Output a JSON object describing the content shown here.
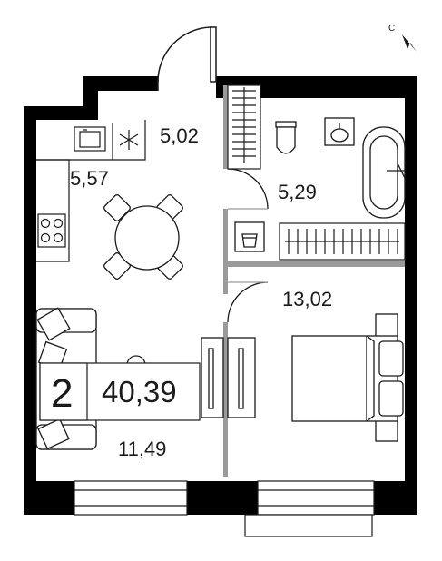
{
  "plan": {
    "compass_label": "С",
    "rooms": {
      "hallway": "5,02",
      "kitchen": "5,57",
      "bathroom": "5,29",
      "bedroom": "13,02",
      "living": "11,49"
    },
    "badge": {
      "rooms_count": "2",
      "total_area": "40,39"
    }
  }
}
